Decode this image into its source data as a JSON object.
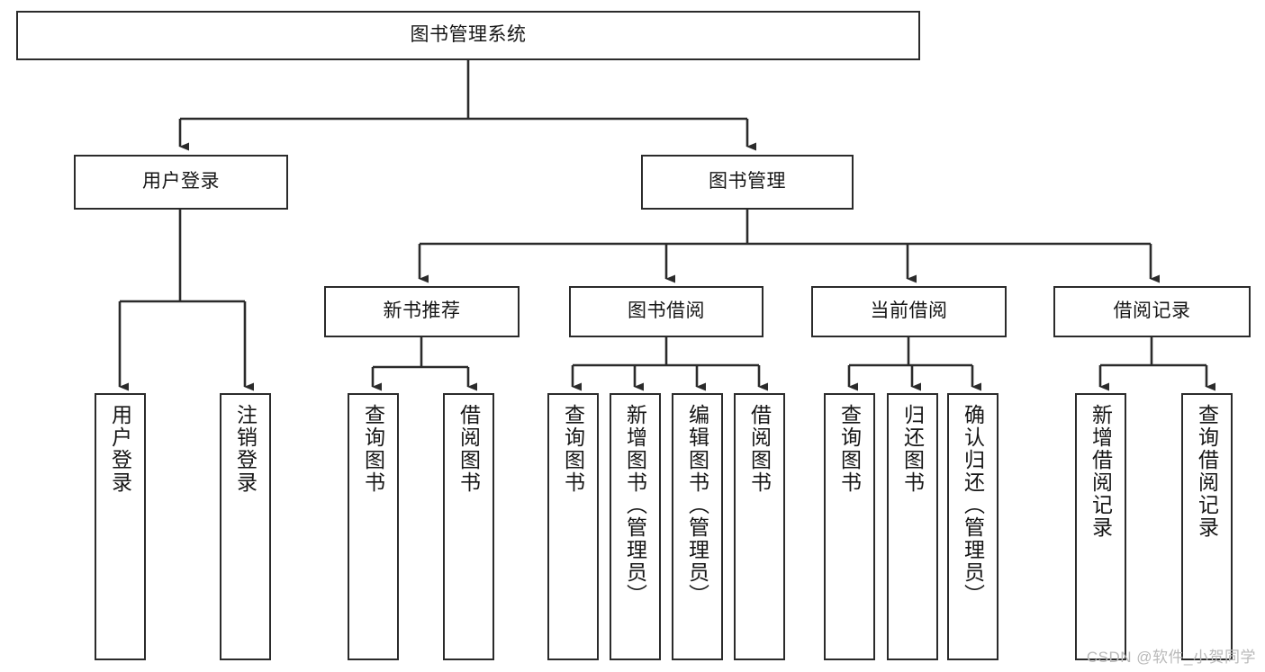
{
  "diagram": {
    "type": "tree-hierarchy",
    "title": "图书管理系统",
    "watermark": "CSDN @软件_小贺同学",
    "root": {
      "id": "root",
      "label": "图书管理系统"
    },
    "level2": [
      {
        "id": "user-login",
        "label": "用户登录"
      },
      {
        "id": "book-management",
        "label": "图书管理"
      }
    ],
    "level3": [
      {
        "id": "new-book-recommend",
        "label": "新书推荐"
      },
      {
        "id": "book-borrow",
        "label": "图书借阅"
      },
      {
        "id": "current-borrow",
        "label": "当前借阅"
      },
      {
        "id": "borrow-record",
        "label": "借阅记录"
      }
    ],
    "leaves": {
      "user_login": [
        {
          "id": "leaf-user-login",
          "label": "用户登录"
        },
        {
          "id": "leaf-user-logout",
          "label": "注销登录"
        }
      ],
      "new_book_recommend": [
        {
          "id": "leaf-query-book-1",
          "label": "查询图书"
        },
        {
          "id": "leaf-borrow-book-1",
          "label": "借阅图书"
        }
      ],
      "book_borrow": [
        {
          "id": "leaf-query-book-2",
          "label": "查询图书"
        },
        {
          "id": "leaf-add-book",
          "label": "新增图书（管理员）"
        },
        {
          "id": "leaf-edit-book",
          "label": "编辑图书（管理员）"
        },
        {
          "id": "leaf-borrow-book-2",
          "label": "借阅图书"
        }
      ],
      "current_borrow": [
        {
          "id": "leaf-query-book-3",
          "label": "查询图书"
        },
        {
          "id": "leaf-return-book",
          "label": "归还图书"
        },
        {
          "id": "leaf-confirm-return",
          "label": "确认归还（管理员）"
        }
      ],
      "borrow_record": [
        {
          "id": "leaf-add-record",
          "label": "新增借阅记录"
        },
        {
          "id": "leaf-query-record",
          "label": "查询借阅记录"
        }
      ]
    },
    "colors": {
      "border": "#2b2b2b",
      "background": "#ffffff",
      "text": "#161616",
      "watermark": "#b9b9b9"
    }
  }
}
